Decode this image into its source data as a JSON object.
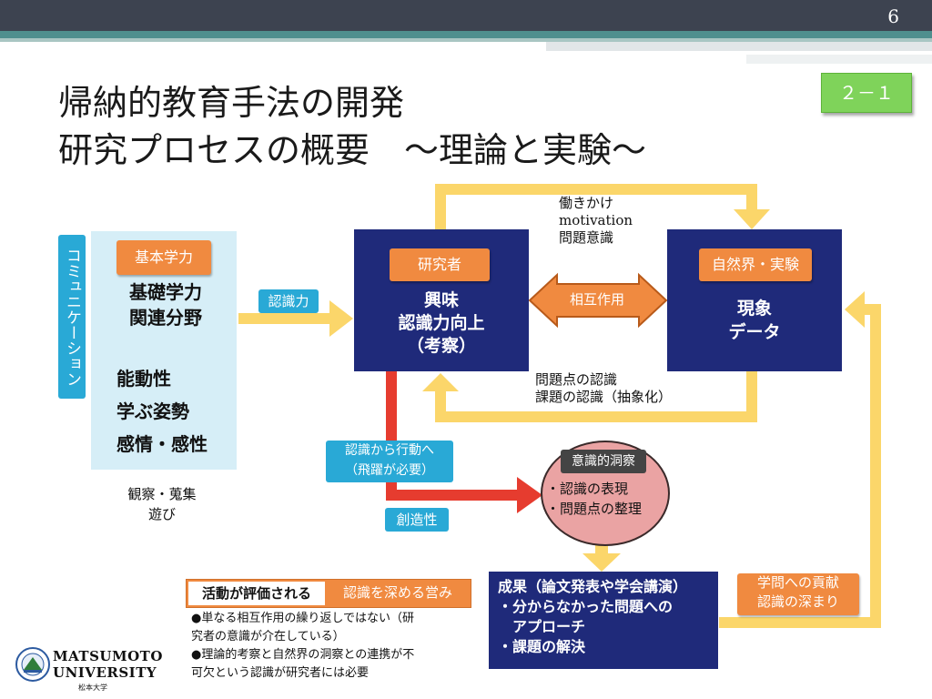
{
  "slide": {
    "page_number": "6",
    "badge": "２－１"
  },
  "title": {
    "line1": "帰納的教育手法の開発",
    "line2": "研究プロセスの概要　～理論と実験～"
  },
  "left": {
    "vertical_tab": "コミュニケーション",
    "label": "基本学力",
    "body_line1": "基礎学力",
    "body_line2": "関連分野",
    "affect_line1": "能動性",
    "affect_line2": "学ぶ姿勢",
    "affect_line3": "感情・感性",
    "observe_line1": "観察・蒐集",
    "observe_line2": "遊び"
  },
  "arrow_labels": {
    "ninshikiryoku": "認識力",
    "interaction": "相互作用",
    "motivation_line1": "働きかけ",
    "motivation_line2": "motivation",
    "motivation_line3": "問題意識",
    "problem_line1": "問題点の認識",
    "problem_line2": "課題の認識（抽象化）",
    "action_line1": "認識から行動へ",
    "action_line2": "（飛躍が必要）",
    "creativity": "創造性",
    "contrib_line1": "学問への貢献",
    "contrib_line2": "認識の深まり"
  },
  "researcher": {
    "label": "研究者",
    "line1": "興味",
    "line2": "認識力向上",
    "line3": "（考察）"
  },
  "nature": {
    "label": "自然界・実験",
    "line1": "現象",
    "line2": "データ"
  },
  "insight": {
    "title": "意識的洞察",
    "line1": "・認識の表現",
    "line2": "・問題点の整理"
  },
  "results": {
    "line1": "成果（論文発表や学会講演）",
    "line2": "・分からなかった問題への",
    "line3": "　アプローチ",
    "line4": "・課題の解決"
  },
  "evaluation": {
    "left": "活動が評価される",
    "right": "認識を深める営み",
    "line1": "●単なる相互作用の繰り返しではない（研",
    "line2": "究者の意識が介在している）",
    "line3": "●理論的考察と自然界の洞察との連携が不",
    "line4": "可欠という認識が研究者には必要"
  },
  "logo": {
    "text_line1": "MATSUMOTO",
    "text_line2": "UNIVERSITY",
    "sub": "松本大学"
  },
  "colors": {
    "navy": "#1f2a7a",
    "orange": "#f08a40",
    "cyan": "#29a9d6",
    "yellow_arrow": "#fbd66a",
    "red_arrow": "#e63c2f",
    "badge_green": "#7fd35a"
  }
}
